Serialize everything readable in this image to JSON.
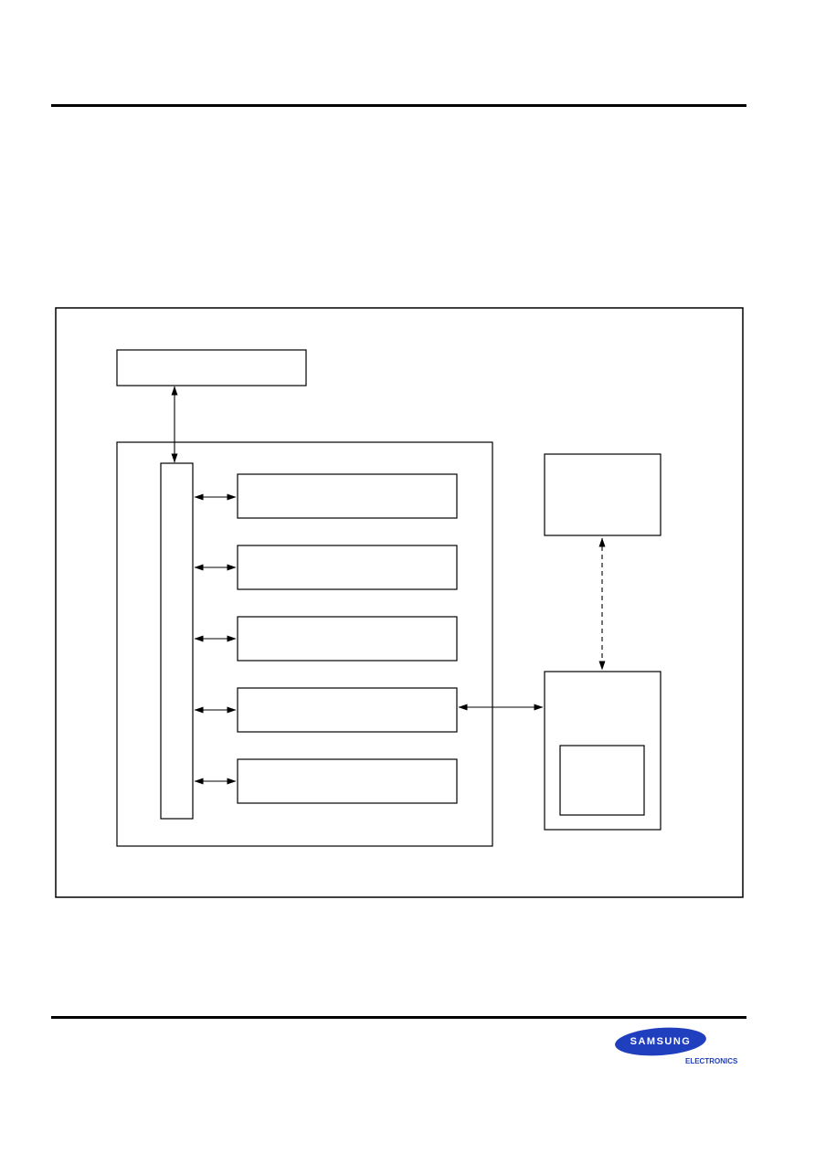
{
  "document": {
    "has_top_rule": true,
    "has_bottom_rule": true
  },
  "diagram": {
    "blocks": [
      {
        "id": "top-block",
        "label": ""
      },
      {
        "id": "inner-container",
        "label": ""
      },
      {
        "id": "vertical-bus",
        "label": ""
      },
      {
        "id": "module-1",
        "label": ""
      },
      {
        "id": "module-2",
        "label": ""
      },
      {
        "id": "module-3",
        "label": ""
      },
      {
        "id": "module-4",
        "label": ""
      },
      {
        "id": "module-5",
        "label": ""
      },
      {
        "id": "right-upper-block",
        "label": ""
      },
      {
        "id": "right-lower-block",
        "label": ""
      },
      {
        "id": "right-lower-inner-block",
        "label": ""
      }
    ],
    "connections": [
      {
        "from": "top-block",
        "to": "vertical-bus",
        "style": "solid",
        "arrows": "both"
      },
      {
        "from": "vertical-bus",
        "to": "module-1",
        "style": "solid",
        "arrows": "both"
      },
      {
        "from": "vertical-bus",
        "to": "module-2",
        "style": "solid",
        "arrows": "both"
      },
      {
        "from": "vertical-bus",
        "to": "module-3",
        "style": "solid",
        "arrows": "both"
      },
      {
        "from": "vertical-bus",
        "to": "module-4",
        "style": "solid",
        "arrows": "both"
      },
      {
        "from": "vertical-bus",
        "to": "module-5",
        "style": "solid",
        "arrows": "both"
      },
      {
        "from": "module-4",
        "to": "right-lower-block",
        "style": "solid",
        "arrows": "both"
      },
      {
        "from": "right-upper-block",
        "to": "right-lower-block",
        "style": "dashed",
        "arrows": "both"
      }
    ]
  },
  "logo": {
    "brand": "SAMSUNG",
    "subtitle": "ELECTRONICS",
    "color": "#1f3fbf"
  }
}
